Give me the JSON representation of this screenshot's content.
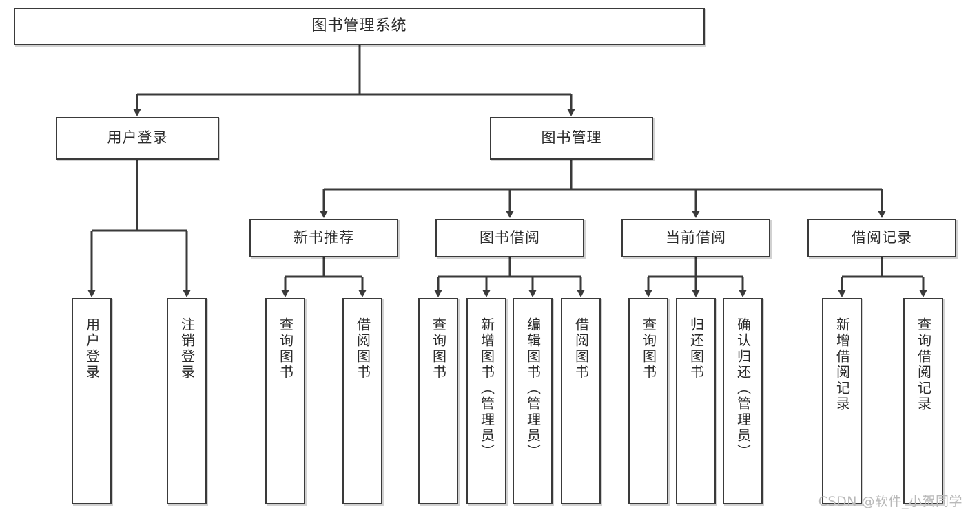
{
  "diagram": {
    "type": "tree",
    "title": "图书管理系统",
    "watermark": "CSDN @软件_小贺同学",
    "colors": {
      "box_border": "#3a3a3a",
      "box_fill": "#ffffff",
      "edge": "#3a3a3a",
      "text": "#2b2b2b",
      "background": "#ffffff",
      "watermark": "#b9b9b9"
    },
    "nodes": {
      "root": {
        "label": "图书管理系统"
      },
      "level2": [
        {
          "label": "用户登录"
        },
        {
          "label": "图书管理"
        }
      ],
      "level3": [
        {
          "label": "新书推荐"
        },
        {
          "label": "图书借阅"
        },
        {
          "label": "当前借阅"
        },
        {
          "label": "借阅记录"
        }
      ],
      "leaves_user_login": [
        {
          "label": "用户登录"
        },
        {
          "label": "注销登录"
        }
      ],
      "leaves_new_book": [
        {
          "label": "查询图书"
        },
        {
          "label": "借阅图书"
        }
      ],
      "leaves_borrow": [
        {
          "label": "查询图书"
        },
        {
          "label": "新增图书（管理员）"
        },
        {
          "label": "编辑图书（管理员）"
        },
        {
          "label": "借阅图书"
        }
      ],
      "leaves_current": [
        {
          "label": "查询图书"
        },
        {
          "label": "归还图书"
        },
        {
          "label": "确认归还（管理员）"
        }
      ],
      "leaves_records": [
        {
          "label": "新增借阅记录"
        },
        {
          "label": "查询借阅记录"
        }
      ]
    }
  }
}
